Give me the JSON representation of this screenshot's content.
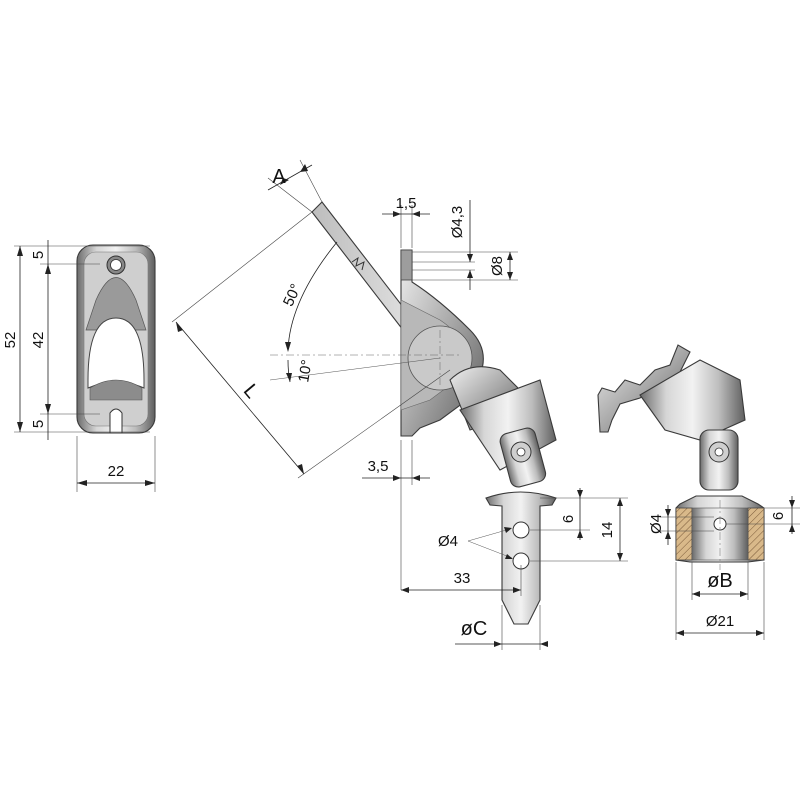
{
  "front_view": {
    "dim_overall_height": "52",
    "dim_top": "5",
    "dim_middle": "42",
    "dim_bottom": "5",
    "dim_width": "22"
  },
  "side_view": {
    "dim_thickness": "A",
    "dim_length": "L",
    "angle_up": "50°",
    "angle_down": "10°",
    "dim_plate": "1,5",
    "dim_hole": "Ø4,3",
    "dim_boss": "Ø8",
    "dim_offset": "3,5",
    "dim_hole_spacing": "6",
    "dim_hole_span": "14",
    "dim_pin_holes": "Ø4",
    "dim_pin_reach": "33",
    "dim_pin_dia": "øC"
  },
  "socket_view": {
    "dim_hole": "Ø4",
    "dim_hole_pos": "6",
    "dim_bore": "øB",
    "dim_outer": "Ø21"
  }
}
